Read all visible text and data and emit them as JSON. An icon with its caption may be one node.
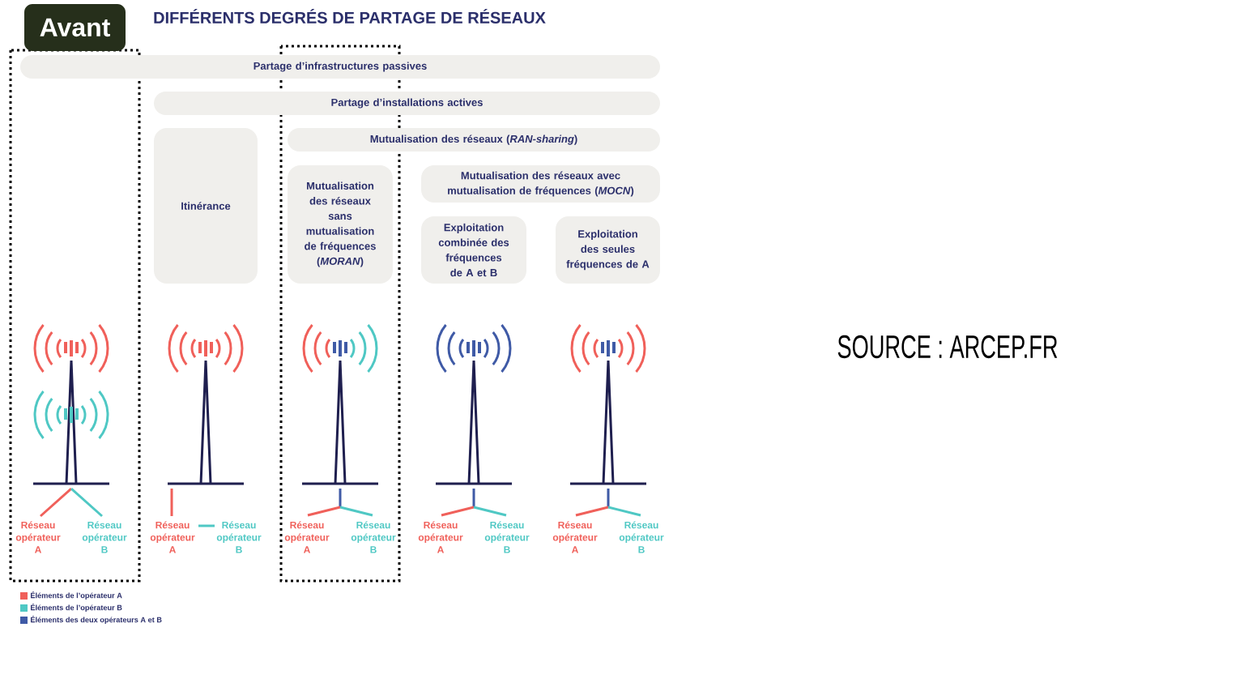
{
  "diagram": {
    "title": "DIFFÉRENTS DEGRÉS DE PARTAGE DE RÉSEAUX",
    "nodes": [
      {
        "text": [
          "Partage d’infrastructures passives"
        ]
      },
      {
        "text": [
          "Partage d’installations actives"
        ]
      },
      {
        "text": [
          "Itinérance"
        ]
      },
      {
        "text": [
          "Mutualisation des réseaux (*RAN-sharing*)"
        ]
      },
      {
        "text": [
          "Mutualisation des réseaux sans mutualisation de fréquences (*MORAN*)"
        ]
      },
      {
        "text": [
          "Mutualisation des réseaux avec mutualisation de fréquences (*MOCN*)"
        ]
      },
      {
        "text": [
          "Exploitation combinée des fréquences de A et B"
        ]
      },
      {
        "text": [
          "Exploitation des seules fréquences de A"
        ]
      },
      {
        "text": [
          "Avant"
        ]
      }
    ],
    "labels": [
      "SOURCE : ARCEP.FR",
      "Réseau opérateur A",
      "Réseau opérateur B",
      "Réseau opérateur A",
      "Réseau opérateur B",
      "Réseau opérateur A",
      "Réseau opérateur B",
      "Réseau opérateur A",
      "Réseau opérateur B",
      "Réseau opérateur A",
      "Réseau opérateur B"
    ],
    "legend": [
      {
        "text": "Éléments de l’opérateur A",
        "color": "#f0605a"
      },
      {
        "text": "Éléments de l’opérateur B",
        "color": "#4fc8c4"
      },
      {
        "text": "Éléments des deux opérateurs A et B",
        "color": "#3f5aa6"
      }
    ]
  }
}
